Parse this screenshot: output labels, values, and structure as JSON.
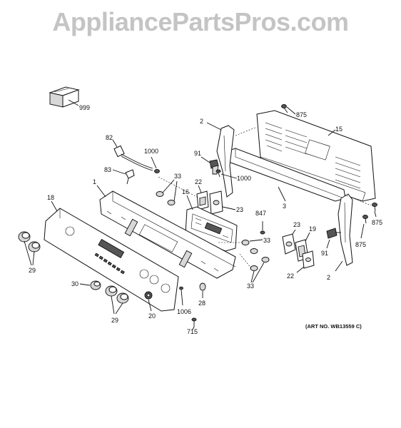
{
  "watermark": "AppliancePartsPros.com",
  "art_number": "(ART NO. WB13559 C)",
  "callouts": {
    "c999": "999",
    "c875a": "875",
    "c15": "15",
    "c2a": "2",
    "c82": "82",
    "c1000a": "1000",
    "c91a": "91",
    "c1000b": "1000",
    "c83": "83",
    "c33a": "33",
    "c22a": "22",
    "c1": "1",
    "c16": "16",
    "c23a": "23",
    "c3": "3",
    "c18": "18",
    "c847": "847",
    "c875b": "875",
    "c875c": "875",
    "c33b": "33",
    "c23b": "23",
    "c19": "19",
    "c91b": "91",
    "c2b": "2",
    "c29a": "29",
    "c22b": "22",
    "c33c": "33",
    "c30": "30",
    "c28": "28",
    "c1006": "1006",
    "c20": "20",
    "c29b": "29",
    "c715": "715"
  }
}
